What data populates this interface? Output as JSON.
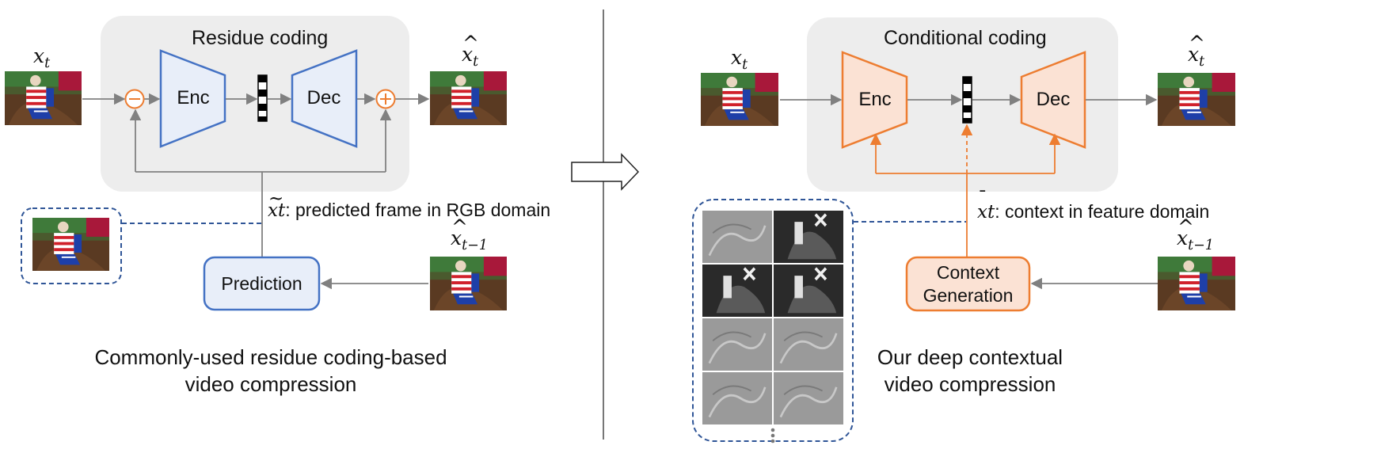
{
  "left": {
    "block_title": "Residue coding",
    "enc_label": "Enc",
    "dec_label": "Dec",
    "prediction_label": "Prediction",
    "predicted_label": ": predicted frame in RGB domain",
    "caption_line1": "Commonly-used residue coding-based",
    "caption_line2": "video compression"
  },
  "right": {
    "block_title": "Conditional coding",
    "enc_label": "Enc",
    "dec_label": "Dec",
    "context_gen_line1": "Context",
    "context_gen_line2": "Generation",
    "context_label": ": context in feature domain",
    "caption_line1": "Our deep contextual",
    "caption_line2": "video compression"
  },
  "math": {
    "x": "x",
    "sub_t": "t",
    "sub_t_minus_1": "t−1"
  },
  "colors": {
    "residue_blue": "#4472c4",
    "residue_fill": "#e8eef9",
    "context_orange": "#ed7d31",
    "context_fill": "#fbe2d4",
    "block_bg": "#ededed",
    "arrow_gray": "#808080",
    "dashed_blue": "#2f5597"
  }
}
